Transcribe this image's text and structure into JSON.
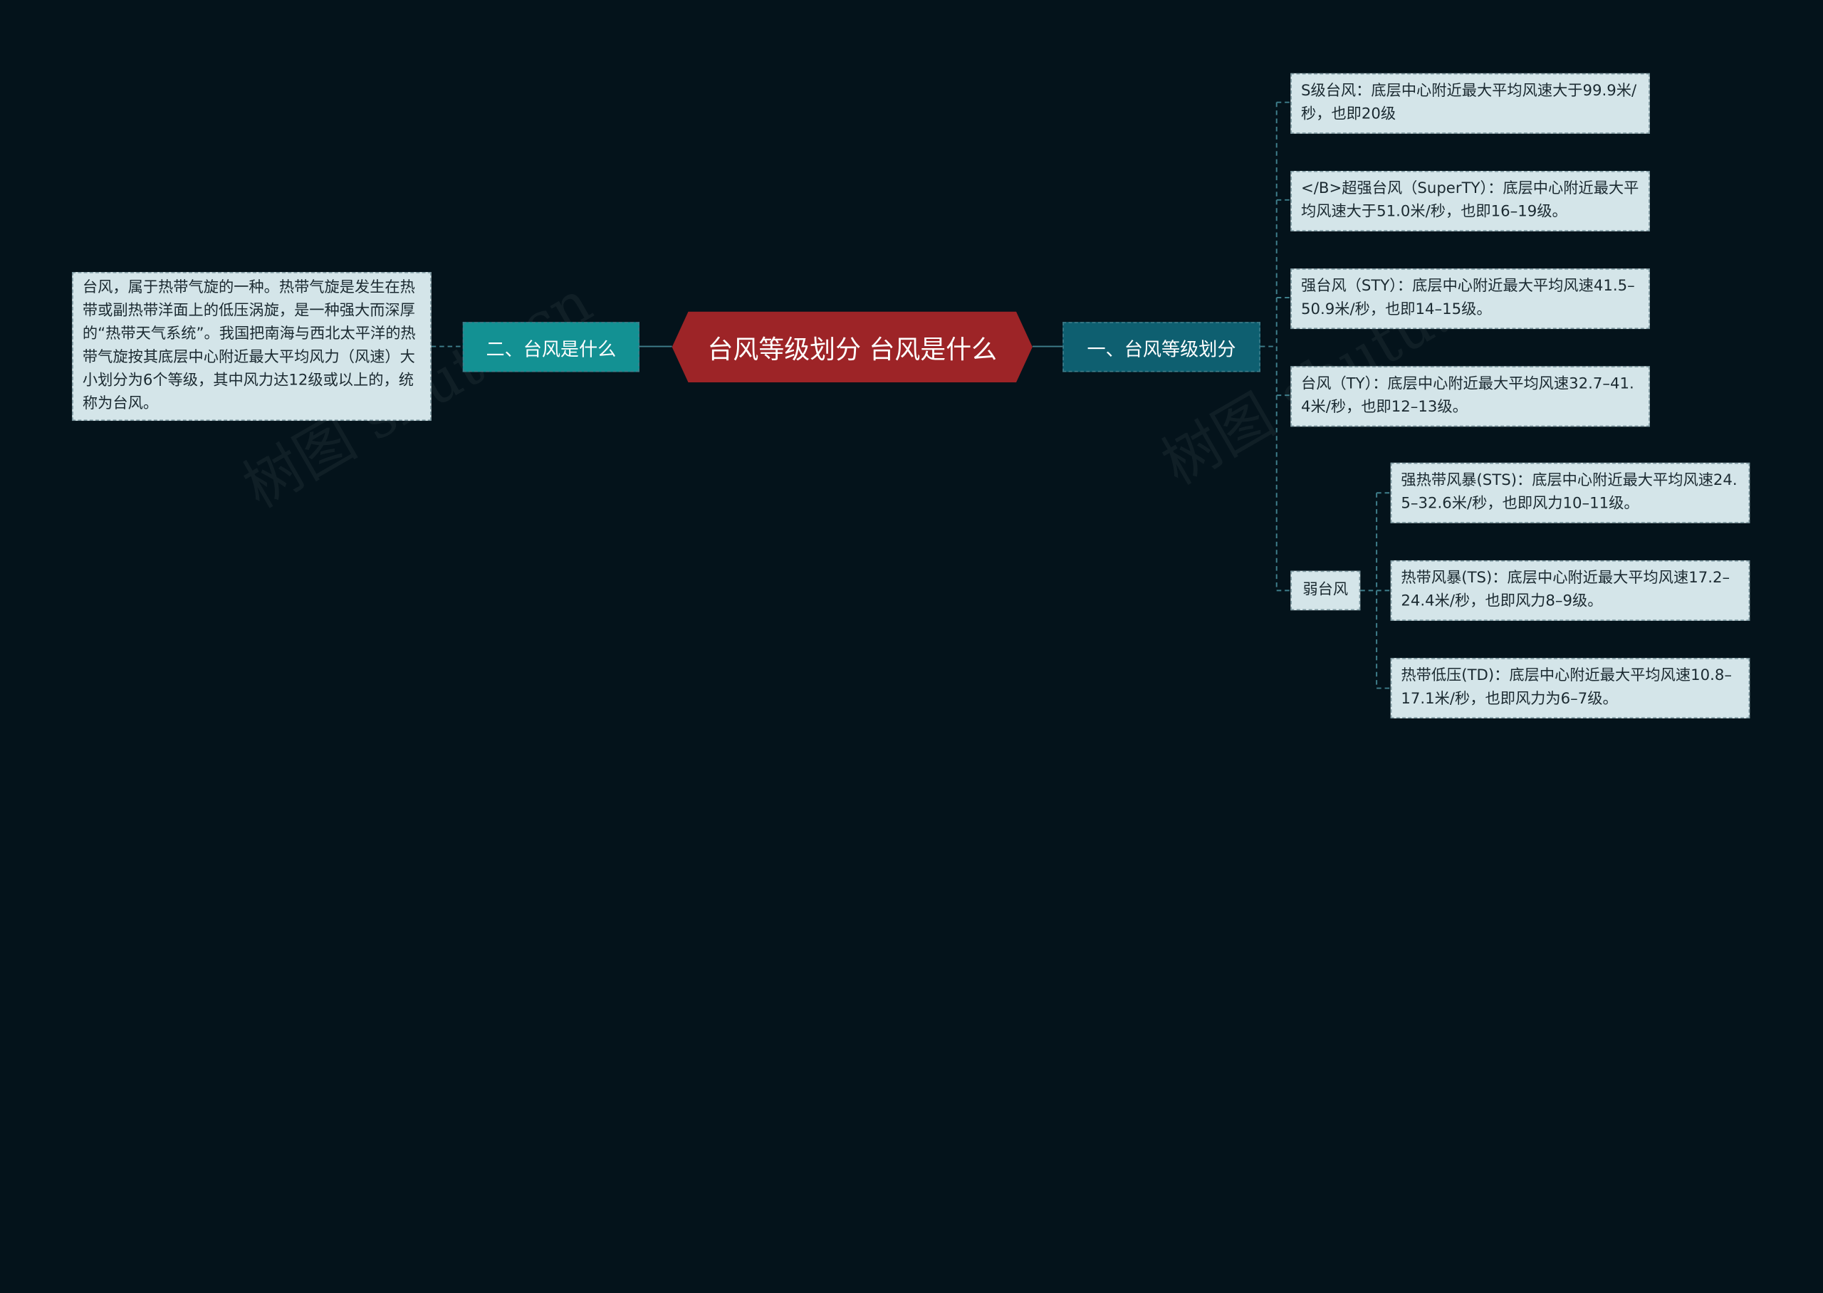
{
  "root": {
    "title": "台风等级划分 台风是什么"
  },
  "branches": {
    "right": {
      "label": "一、台风等级划分"
    },
    "left": {
      "label": "二、台风是什么"
    }
  },
  "right_leaves": [
    "S级台风：底层中心附近最大平均风速大于99.9米/秒，也即20级",
    "</B>超强台风（SuperTY）：底层中心附近最大平均风速大于51.0米/秒，也即16–19级。",
    "强台风（STY）：底层中心附近最大平均风速41.5–50.9米/秒，也即14–15级。",
    "台风（TY）：底层中心附近最大平均风速32.7–41.4米/秒，也即12–13级。"
  ],
  "weak": {
    "label": "弱台风",
    "children": [
      "强热带风暴(STS)：底层中心附近最大平均风速24.5–32.6米/秒，也即风力10–11级。",
      "热带风暴(TS)：底层中心附近最大平均风速17.2–24.4米/秒，也即风力8–9级。",
      "热带低压(TD)：底层中心附近最大平均风速10.8–17.1米/秒，也即风力为6–7级。"
    ]
  },
  "left_leaf": "台风，属于热带气旋的一种。热带气旋是发生在热带或副热带洋面上的低压涡旋，是一种强大而深厚的“热带天气系统”。我国把南海与西北太平洋的热带气旋按其底层中心附近最大平均风力（风速）大小划分为6个等级，其中风力达12级或以上的，统称为台风。",
  "watermark": {
    "left": "树图 shutu.cn",
    "right": "树图 shutu.cn"
  },
  "colors": {
    "background": "#04131b",
    "root": "#9d2427",
    "branch_right": "#0e5f70",
    "branch_left": "#139193",
    "leaf": "#d4e5e9",
    "connector": "#3f7f8c"
  }
}
